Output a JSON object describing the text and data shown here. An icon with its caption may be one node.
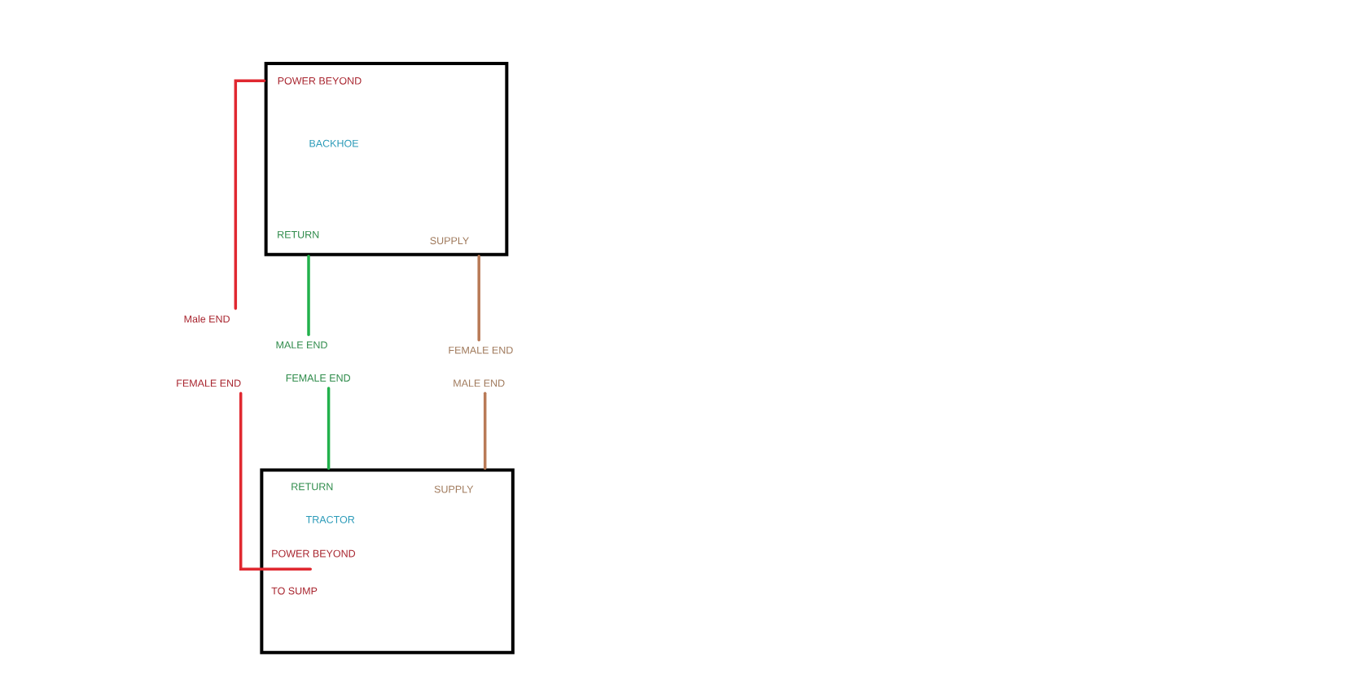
{
  "diagram": {
    "nodes": [
      {
        "text": [
          "POWER BEYOND",
          "BACKHOE",
          "RETURN",
          "SUPPLY"
        ]
      },
      {
        "text": [
          "RETURN",
          "SUPPLY",
          "TRACTOR",
          "POWER BEYOND",
          "TO SUMP"
        ]
      },
      {
        "text": [
          "Male END"
        ]
      },
      {
        "text": [
          "MALE END"
        ]
      },
      {
        "text": [
          "FEMALE END"
        ]
      },
      {
        "text": [
          "FEMALE END"
        ]
      },
      {
        "text": [
          "FEMALE END"
        ]
      },
      {
        "text": [
          "MALE END"
        ]
      }
    ],
    "edges": [
      {
        "from": 0,
        "to": 2,
        "arrow": "none",
        "color": "#e02830"
      },
      {
        "from": 0,
        "to": 3,
        "arrow": "none",
        "color": "#22b14c"
      },
      {
        "from": 0,
        "to": 4,
        "arrow": "none",
        "color": "#b97a57"
      },
      {
        "from": 5,
        "to": 1,
        "arrow": "none",
        "color": "#e02830"
      },
      {
        "from": 6,
        "to": 1,
        "arrow": "none",
        "color": "#22b14c"
      },
      {
        "from": 7,
        "to": 1,
        "arrow": "none",
        "color": "#b97a57"
      }
    ]
  }
}
